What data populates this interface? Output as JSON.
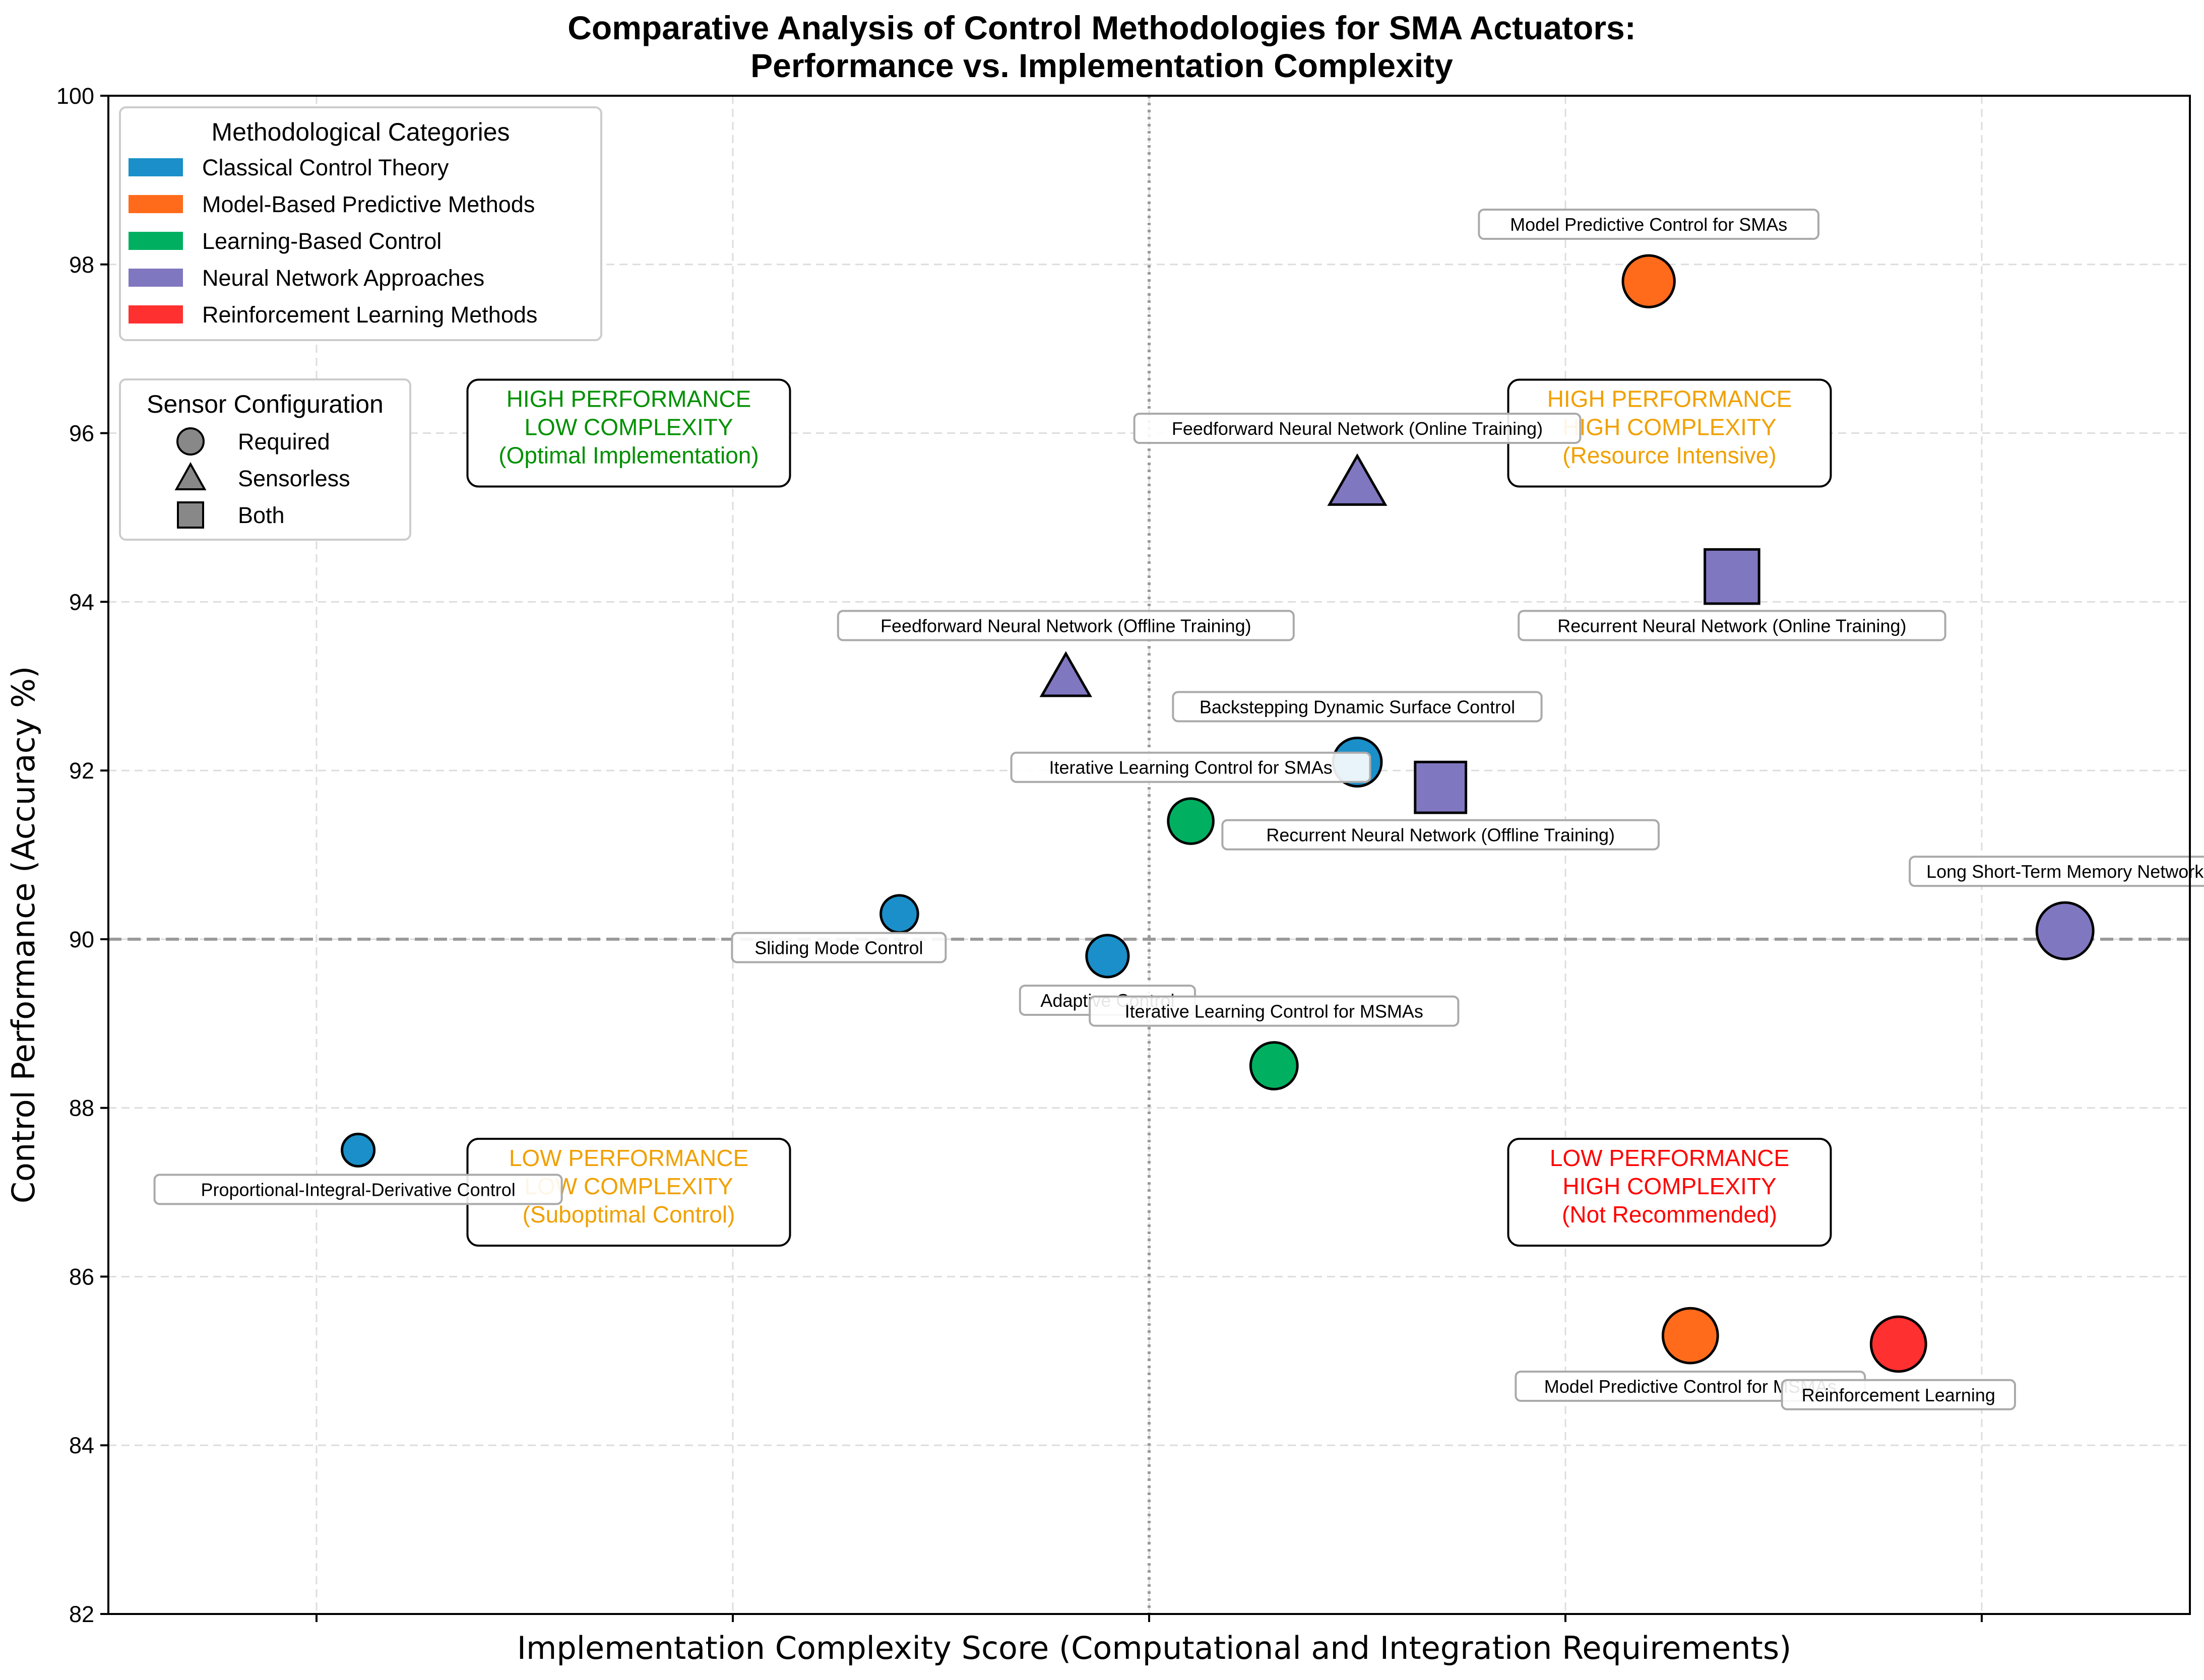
{
  "chart_data": {
    "type": "scatter",
    "title_line1": "Comparative Analysis of Control Methodologies for SMA Actuators:",
    "title_line2": "Performance vs. Implementation Complexity",
    "xlabel": "Implementation Complexity Score (Computational and Integration Requirements)",
    "ylabel": "Control Performance (Accuracy %)",
    "xlim": [
      0,
      10
    ],
    "ylim": [
      82,
      100
    ],
    "x_ticks": [
      1,
      3,
      5,
      7,
      9
    ],
    "y_ticks": [
      82,
      84,
      86,
      88,
      90,
      92,
      94,
      96,
      98,
      100
    ],
    "y_tick_labels": [
      "82",
      "84",
      "86",
      "88",
      "90",
      "92",
      "94",
      "96",
      "98",
      "100"
    ],
    "grid": true,
    "reference_lines": {
      "x": 5,
      "y": 90
    },
    "categories": [
      {
        "name": "Classical Control Theory",
        "color": "#1a8fc9"
      },
      {
        "name": "Model-Based Predictive Methods",
        "color": "#ff6b1a"
      },
      {
        "name": "Learning-Based Control",
        "color": "#00b060"
      },
      {
        "name": "Neural Network Approaches",
        "color": "#7f77bf"
      },
      {
        "name": "Reinforcement Learning Methods",
        "color": "#ff3030"
      }
    ],
    "sensor_configurations": [
      {
        "name": "Required",
        "marker": "circle"
      },
      {
        "name": "Sensorless",
        "marker": "triangle"
      },
      {
        "name": "Both",
        "marker": "square"
      }
    ],
    "legend_titles": {
      "categories": "Methodological Categories",
      "sensors": "Sensor Configuration"
    },
    "legend_placement": "top-left",
    "points": [
      {
        "label": "Proportional-Integral-Derivative Control",
        "x": 1.2,
        "y": 87.5,
        "category": 0,
        "marker": "circle",
        "size": 1.0,
        "label_pos": "below"
      },
      {
        "label": "Sliding Mode Control",
        "x": 3.8,
        "y": 90.3,
        "category": 0,
        "marker": "circle",
        "size": 1.15,
        "label_pos": "below-left"
      },
      {
        "label": "Adaptive Control",
        "x": 4.8,
        "y": 89.8,
        "category": 0,
        "marker": "circle",
        "size": 1.3,
        "label_pos": "below"
      },
      {
        "label": "Backstepping Dynamic Surface Control",
        "x": 6.0,
        "y": 92.1,
        "category": 0,
        "marker": "circle",
        "size": 1.5,
        "label_pos": "above"
      },
      {
        "label": "Model Predictive Control for SMAs",
        "x": 7.4,
        "y": 97.8,
        "category": 1,
        "marker": "circle",
        "size": 1.6,
        "label_pos": "above"
      },
      {
        "label": "Model Predictive Control for MSMAs",
        "x": 7.6,
        "y": 85.3,
        "category": 1,
        "marker": "circle",
        "size": 1.7,
        "label_pos": "below"
      },
      {
        "label": "Iterative Learning Control for SMAs",
        "x": 5.2,
        "y": 91.4,
        "category": 2,
        "marker": "circle",
        "size": 1.4,
        "label_pos": "above"
      },
      {
        "label": "Iterative Learning Control for MSMAs",
        "x": 5.6,
        "y": 88.5,
        "category": 2,
        "marker": "circle",
        "size": 1.45,
        "label_pos": "above"
      },
      {
        "label": "Feedforward Neural Network (Offline Training)",
        "x": 4.6,
        "y": 93.1,
        "category": 3,
        "marker": "triangle",
        "size": 1.3,
        "label_pos": "above"
      },
      {
        "label": "Feedforward Neural Network (Online Training)",
        "x": 6.0,
        "y": 95.4,
        "category": 3,
        "marker": "triangle",
        "size": 1.5,
        "label_pos": "above"
      },
      {
        "label": "Recurrent Neural Network (Offline Training)",
        "x": 6.4,
        "y": 91.8,
        "category": 3,
        "marker": "square",
        "size": 1.5,
        "label_pos": "below"
      },
      {
        "label": "Recurrent Neural Network (Online Training)",
        "x": 7.8,
        "y": 94.3,
        "category": 3,
        "marker": "square",
        "size": 1.6,
        "label_pos": "below"
      },
      {
        "label": "Long Short-Term Memory Network",
        "x": 9.4,
        "y": 90.1,
        "category": 3,
        "marker": "circle",
        "size": 1.75,
        "label_pos": "above"
      },
      {
        "label": "Reinforcement Learning",
        "x": 8.6,
        "y": 85.2,
        "category": 4,
        "marker": "circle",
        "size": 1.7,
        "label_pos": "below"
      }
    ],
    "quadrant_annotations": [
      {
        "lines": [
          "HIGH PERFORMANCE",
          "LOW COMPLEXITY",
          "(Optimal Implementation)"
        ],
        "color": "#009000",
        "x": 2.5,
        "y": 96.0
      },
      {
        "lines": [
          "HIGH PERFORMANCE",
          "HIGH COMPLEXITY",
          "(Resource Intensive)"
        ],
        "color": "#f0a000",
        "x": 7.5,
        "y": 96.0
      },
      {
        "lines": [
          "LOW PERFORMANCE",
          "LOW COMPLEXITY",
          "(Suboptimal Control)"
        ],
        "color": "#f0a000",
        "x": 2.5,
        "y": 87.0
      },
      {
        "lines": [
          "LOW PERFORMANCE",
          "HIGH COMPLEXITY",
          "(Not Recommended)"
        ],
        "color": "#ff0000",
        "x": 7.5,
        "y": 87.0
      }
    ]
  }
}
